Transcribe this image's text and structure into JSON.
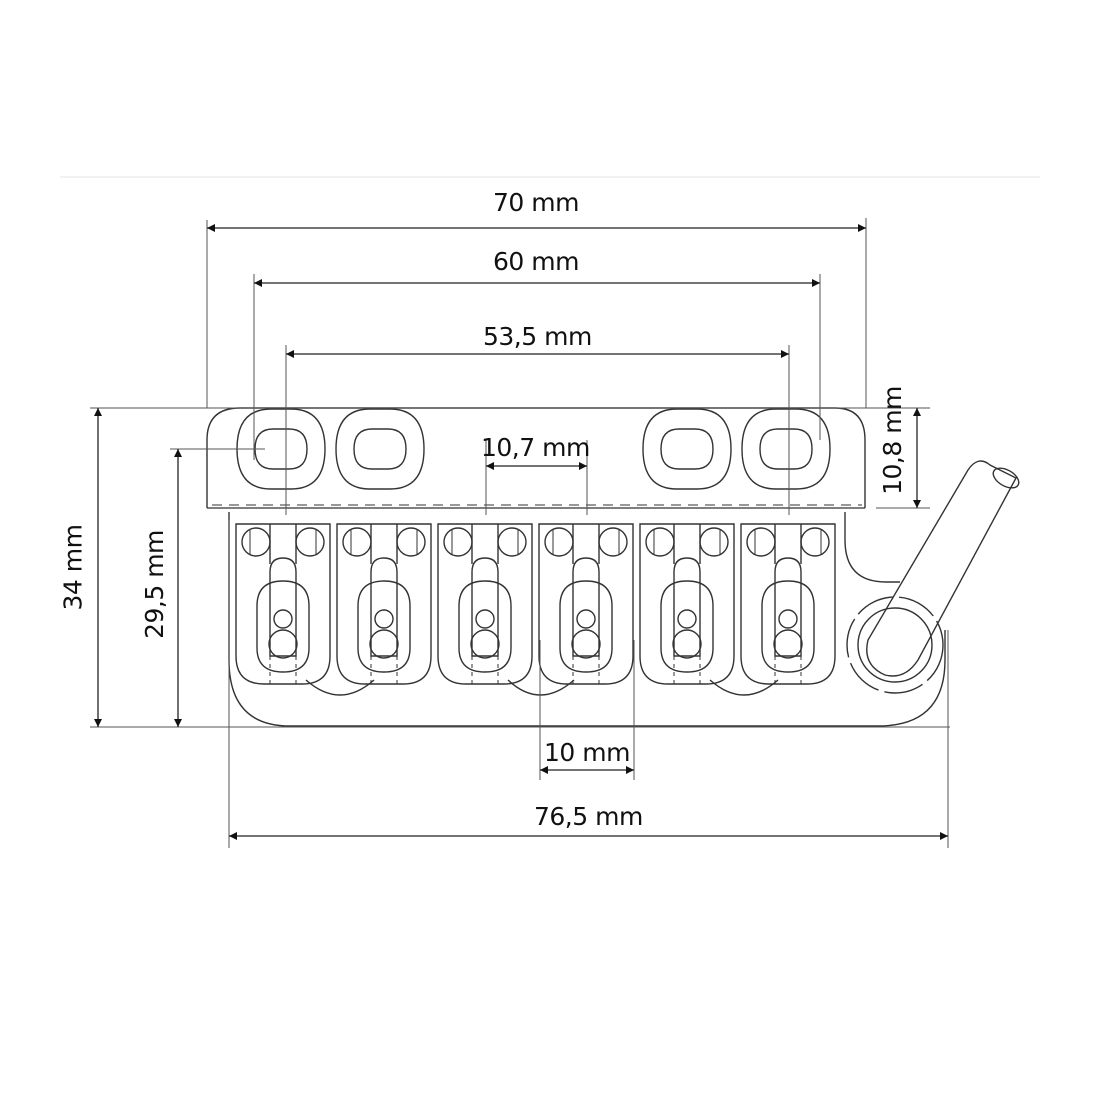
{
  "drawing": {
    "subject": "Guitar tremolo bridge — top view technical drawing",
    "line_color": "#333333",
    "unit": "mm"
  },
  "dimensions": {
    "overall_plate_width": {
      "label": "70 mm",
      "value": 70
    },
    "outer_mount_slot_spacing": {
      "label": "60 mm",
      "value": 60
    },
    "inner_mount_slot_spacing": {
      "label": "53,5 mm",
      "value": 53.5
    },
    "saddle_width": {
      "label": "10,7 mm",
      "value": 10.7
    },
    "mount_plate_depth": {
      "label": "10,8 mm",
      "value": 10.8
    },
    "overall_depth": {
      "label": "34 mm",
      "value": 34
    },
    "slot_to_rear_depth": {
      "label": "29,5 mm",
      "value": 29.5
    },
    "string_spacing": {
      "label": "10 mm",
      "value": 10
    },
    "overall_base_width": {
      "label": "76,5 mm",
      "value": 76.5
    }
  },
  "components": {
    "mounting_slots": 4,
    "saddles": 6,
    "tremolo_arm": 1
  }
}
